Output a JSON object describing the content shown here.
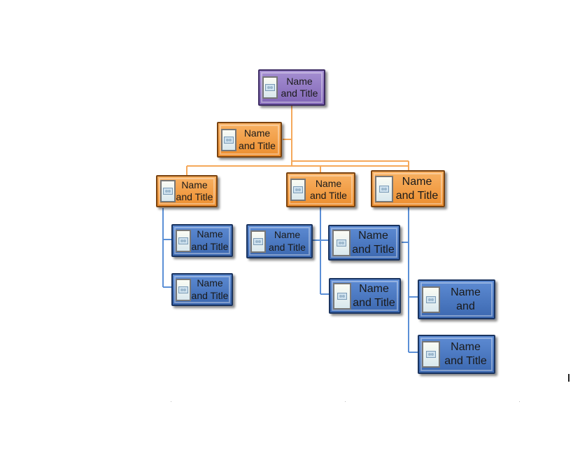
{
  "colors": {
    "top": "#8166b6",
    "manager": "#ec8e2f",
    "staff": "#3c68b0",
    "line_orange": "#f5a85a",
    "line_blue": "#5b8fd6"
  },
  "nodes": [
    {
      "id": "n-top",
      "color": "purple",
      "line1": "Name",
      "line2": "and Title"
    },
    {
      "id": "n-assistant",
      "color": "orange",
      "line1": "Name",
      "line2": "and Title"
    },
    {
      "id": "n-mgr-left",
      "color": "orange",
      "line1": "Name",
      "line2": "and Title"
    },
    {
      "id": "n-mgr-mid",
      "color": "orange",
      "line1": "Name",
      "line2": "and Title"
    },
    {
      "id": "n-mgr-right",
      "color": "orange",
      "line1": "Name",
      "line2": "and Title"
    },
    {
      "id": "n-left-1",
      "color": "blue",
      "line1": "Name",
      "line2": "and Title"
    },
    {
      "id": "n-left-2",
      "color": "blue",
      "line1": "Name",
      "line2": "and Title"
    },
    {
      "id": "n-mid-assist",
      "color": "blue",
      "line1": "Name",
      "line2": "and Title"
    },
    {
      "id": "n-mid-1",
      "color": "blue",
      "line1": "Name",
      "line2": "and Title"
    },
    {
      "id": "n-mid-2",
      "color": "blue",
      "line1": "Name",
      "line2": "and Title"
    },
    {
      "id": "n-right-1",
      "color": "blue",
      "line1": "Name",
      "line2": "and"
    },
    {
      "id": "n-right-2",
      "color": "blue",
      "line1": "Name",
      "line2": "and Title"
    }
  ]
}
